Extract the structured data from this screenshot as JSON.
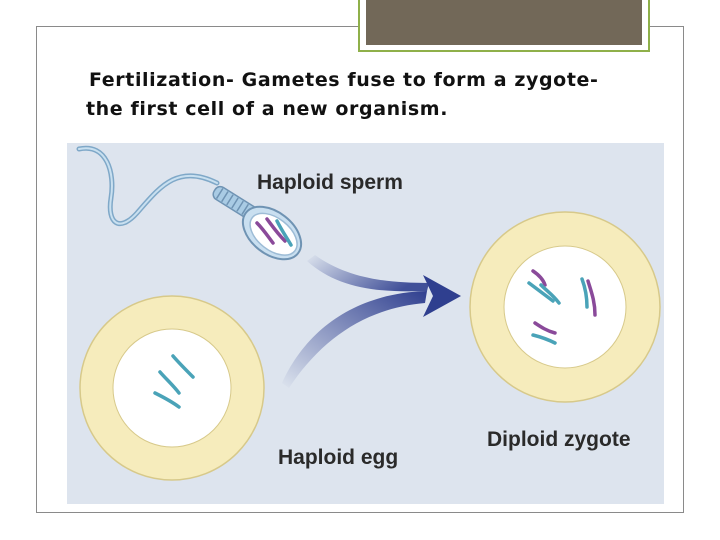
{
  "slide": {
    "heading_line1": "Fertilization- Gametes fuse to form a zygote-",
    "heading_line2": "the first cell of a new organism."
  },
  "diagram": {
    "labels": {
      "sperm": "Haploid sperm",
      "egg": "Haploid egg",
      "zygote": "Diploid zygote"
    },
    "colors": {
      "background": "#dde4ee",
      "cell_ring": "#f6ecbc",
      "cytoplasm": "#ffffff",
      "sperm_body": "#a9cbe4",
      "arrow": "#2f3f8f",
      "chromosome_teal": "#4aa3b8",
      "chromosome_purple": "#8a4a9a",
      "slide_border_accent": "#8fb04a",
      "title_tab": "#726858"
    }
  }
}
